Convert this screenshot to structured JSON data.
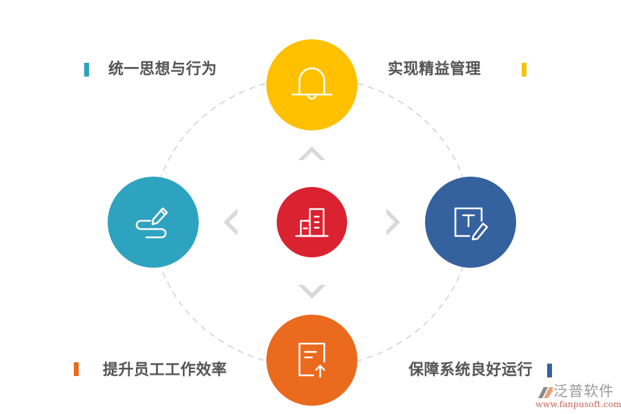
{
  "diagram": {
    "center": {
      "icon": "building-icon",
      "color": "#DA2230"
    },
    "nodes": [
      {
        "id": "top",
        "icon": "bell-icon",
        "color": "#FFC000",
        "label": "实现精益管理",
        "bar_color": "#FFC000"
      },
      {
        "id": "left",
        "icon": "pen-signature-icon",
        "color": "#2EA3C0",
        "label": "统一思想与行为",
        "bar_color": "#2EA3C0"
      },
      {
        "id": "right",
        "icon": "text-edit-icon",
        "color": "#35619E",
        "label": "保障系统良好运行",
        "bar_color": "#35619E"
      },
      {
        "id": "bottom",
        "icon": "document-upload-icon",
        "color": "#EA6A1E",
        "label": "提升员工工作效率",
        "bar_color": "#EA6A1E"
      }
    ],
    "arrows": [
      "up",
      "down",
      "left",
      "right"
    ],
    "arrow_color": "#D9D9D9",
    "ring_color": "#CFCFCF"
  },
  "labels": {
    "top_left": "统一思想与行为",
    "top_right": "实现精益管理",
    "bottom_left": "提升员工工作效率",
    "bottom_right": "保障系统良好运行"
  },
  "watermark": {
    "name": "泛普软件",
    "url": "www.fanpusoft.com"
  }
}
